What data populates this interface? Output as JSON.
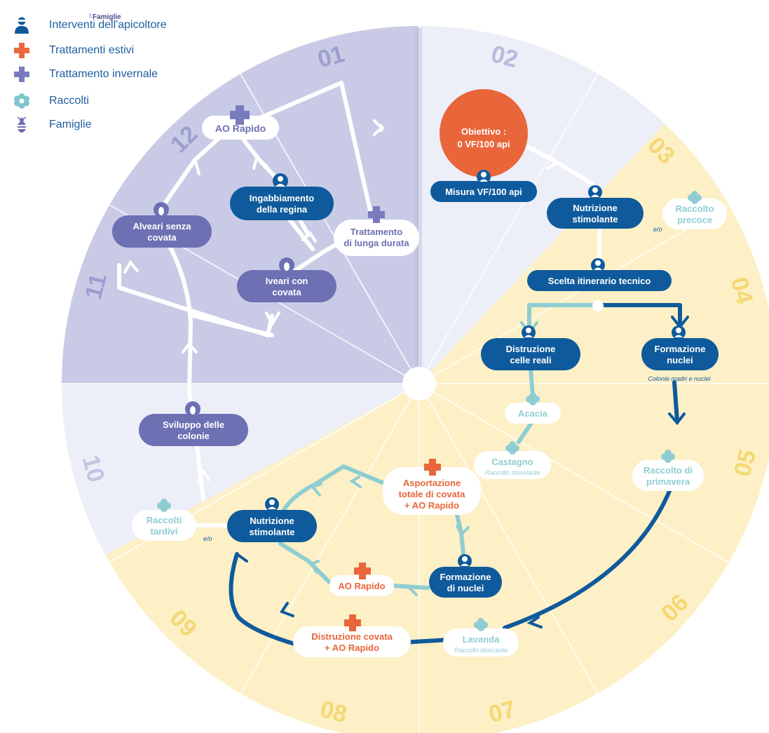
{
  "legend": {
    "items": [
      {
        "label": "Interventi dell'apicoltore",
        "icon": "beekeeper-icon",
        "color": "#0f5a9c"
      },
      {
        "label": "Trattamenti estivi",
        "icon": "orange-cross-icon",
        "color": "#ea6a3e"
      },
      {
        "label": "Trattamento invernale",
        "icon": "purple-cross-icon",
        "color": "#7a7bbd"
      },
      {
        "label": "Raccolti",
        "icon": "flower-icon",
        "color": "#7fc6cf"
      },
      {
        "label": "Famiglie",
        "icon": "bee-icon",
        "color": "#6d6fb0"
      }
    ],
    "overlap_label": "Famiglie"
  },
  "months": [
    "01",
    "02",
    "03",
    "04",
    "05",
    "06",
    "07",
    "08",
    "09",
    "10",
    "11",
    "12"
  ],
  "colors": {
    "winter_sector": "#c9cbe6",
    "transition_sector": "#eceef8",
    "summer_sector": "#fdf0c6",
    "month_winter": "#9c9ed0",
    "month_summer": "#f4d874",
    "dark_blue": "#0f5a9c",
    "purple": "#6d70b3",
    "teal": "#8fcdd2",
    "orange": "#e8663a",
    "white": "#ffffff"
  },
  "nodes": {
    "ao_rapido_top": "AO Rapido",
    "ingabbiamento": [
      "Ingabbiamento",
      "della regina"
    ],
    "alveari_senza": [
      "Alveari senza",
      "covata"
    ],
    "iveari_con": [
      "Iveari con",
      "covata"
    ],
    "trattamento_lunga": [
      "Trattamento",
      "di lunga durata"
    ],
    "sviluppo": [
      "Sviluppo delle",
      "colonie"
    ],
    "obiettivo": [
      "Obiettivo :",
      "0 VF/100 api"
    ],
    "misura": "Misura VF/100 api",
    "nutrizione_top": [
      "Nutrizione",
      "stimolante"
    ],
    "raccolto_precoce": [
      "Raccolto",
      "precoce"
    ],
    "eo": "e/o",
    "scelta": "Scelta itinerario tecnico",
    "distruzione_celle": [
      "Distruzione",
      "celle reali"
    ],
    "formazione_nuclei": [
      "Formazione",
      "nuclei"
    ],
    "colonie_madri": "Colonie madri e nuclei",
    "acacia": "Acacia",
    "castagno": "Castagno",
    "castagno_sub": "Raccolto stimolante",
    "raccolto_primavera": [
      "Raccolto di",
      "primavera"
    ],
    "asportazione": [
      "Asportazione",
      "totale di covata",
      "+ AO Rapido"
    ],
    "nutrizione_bottom": [
      "Nutrizione",
      "stimolante"
    ],
    "raccolti_tardivi": [
      "Raccolti",
      "tardivi"
    ],
    "formazione_di_nuclei": [
      "Formazione",
      "di nuclei"
    ],
    "ao_rapido_mid": "AO Rapido",
    "distruzione_covata": [
      "Distruzione covata",
      "+ AO Rapido"
    ],
    "lavanda": "Lavanda",
    "lavanda_sub": "Raccolto bloccante",
    "chevron": "›"
  }
}
